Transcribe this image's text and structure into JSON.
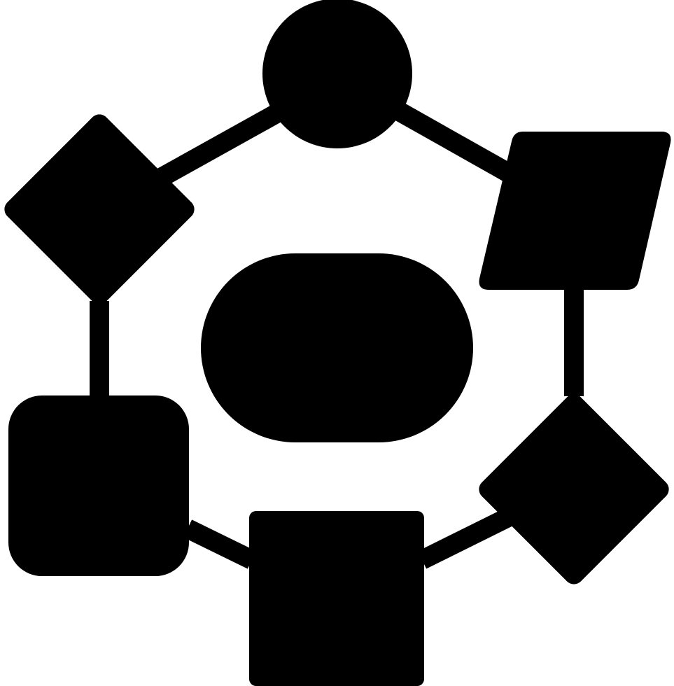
{
  "icon": {
    "name": "flowchart-network-icon",
    "color": "#000000",
    "background": "#ffffff",
    "style": "solid glyph",
    "center_shape": "stadium",
    "outer_shapes": [
      "circle",
      "parallelogram",
      "diamond",
      "square",
      "rounded-square",
      "diamond"
    ]
  }
}
